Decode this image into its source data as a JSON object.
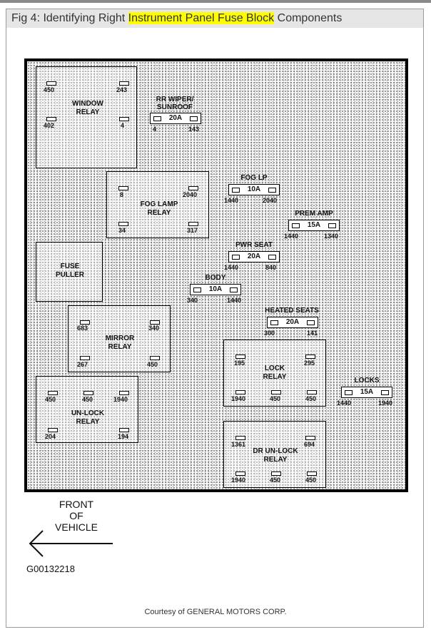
{
  "title": {
    "prefix": "Fig 4: Identifying Right ",
    "highlight": "Instrument Panel Fuse Block",
    "suffix": " Components"
  },
  "relays": {
    "window": {
      "label": "WINDOW RELAY",
      "pins": [
        "450",
        "243",
        "402",
        "4"
      ]
    },
    "fog_lamp": {
      "label": "FOG LAMP RELAY",
      "pins": [
        "8",
        "2040",
        "34",
        "317"
      ]
    },
    "fuse_puller": {
      "label": "FUSE PULLER"
    },
    "mirror": {
      "label": "MIRROR RELAY",
      "pins": [
        "683",
        "340",
        "267",
        "450"
      ]
    },
    "unlock": {
      "label": "UN-LOCK RELAY",
      "pins": [
        "450",
        "450",
        "1940",
        "204",
        "194"
      ]
    },
    "lock": {
      "label": "LOCK RELAY",
      "pins": [
        "195",
        "295",
        "1940",
        "450",
        "450"
      ]
    },
    "dr_unlock": {
      "label": "DR UN-LOCK RELAY",
      "pins": [
        "1361",
        "694",
        "1940",
        "450",
        "450"
      ]
    }
  },
  "fuses": {
    "rr_wiper": {
      "name": "RR WIPER/ SUNROOF",
      "amps": "20A",
      "pin_left": "4",
      "pin_right": "143"
    },
    "fog_lp": {
      "name": "FOG LP",
      "amps": "10A",
      "pin_left": "1440",
      "pin_right": "2040"
    },
    "prem_amp": {
      "name": "PREM AMP",
      "amps": "15A",
      "pin_left": "1440",
      "pin_right": "1340"
    },
    "pwr_seat": {
      "name": "PWR SEAT",
      "amps": "20A",
      "pin_left": "1440",
      "pin_right": "840"
    },
    "body": {
      "name": "BODY",
      "amps": "10A",
      "pin_left": "340",
      "pin_right": "1440"
    },
    "heated_seats": {
      "name": "HEATED SEATS",
      "amps": "20A",
      "pin_left": "300",
      "pin_right": "141"
    },
    "locks": {
      "name": "LOCKS",
      "amps": "15A",
      "pin_left": "1440",
      "pin_right": "1940"
    }
  },
  "front_label": "FRONT OF VEHICLE",
  "figure_code": "G00132218",
  "courtesy": "Courtesy of GENERAL MOTORS CORP."
}
